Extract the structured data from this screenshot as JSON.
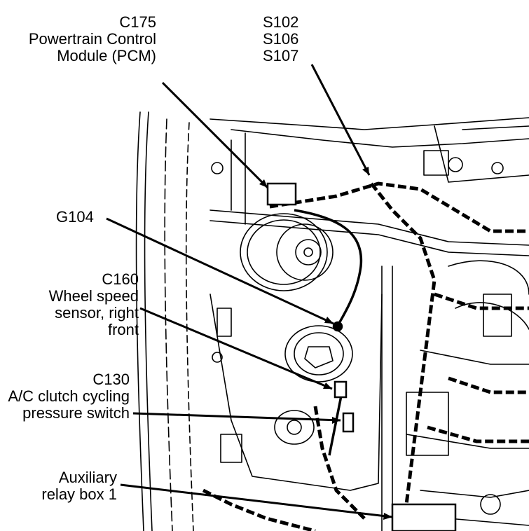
{
  "callouts": {
    "c175": {
      "id": "C175",
      "line1": "Powertrain Control",
      "line2": "Module (PCM)"
    },
    "splices": {
      "line1": "S102",
      "line2": "S106",
      "line3": "S107"
    },
    "g104": {
      "id": "G104"
    },
    "c160": {
      "id": "C160",
      "line1": "Wheel speed",
      "line2": "sensor, right",
      "line3": "front"
    },
    "c130": {
      "id": "C130",
      "line1": "A/C clutch cycling",
      "line2": "pressure switch"
    },
    "aux_relay": {
      "line1": "Auxiliary",
      "line2": "relay box 1"
    }
  },
  "colors": {
    "ink": "#000000",
    "paper": "#ffffff"
  }
}
